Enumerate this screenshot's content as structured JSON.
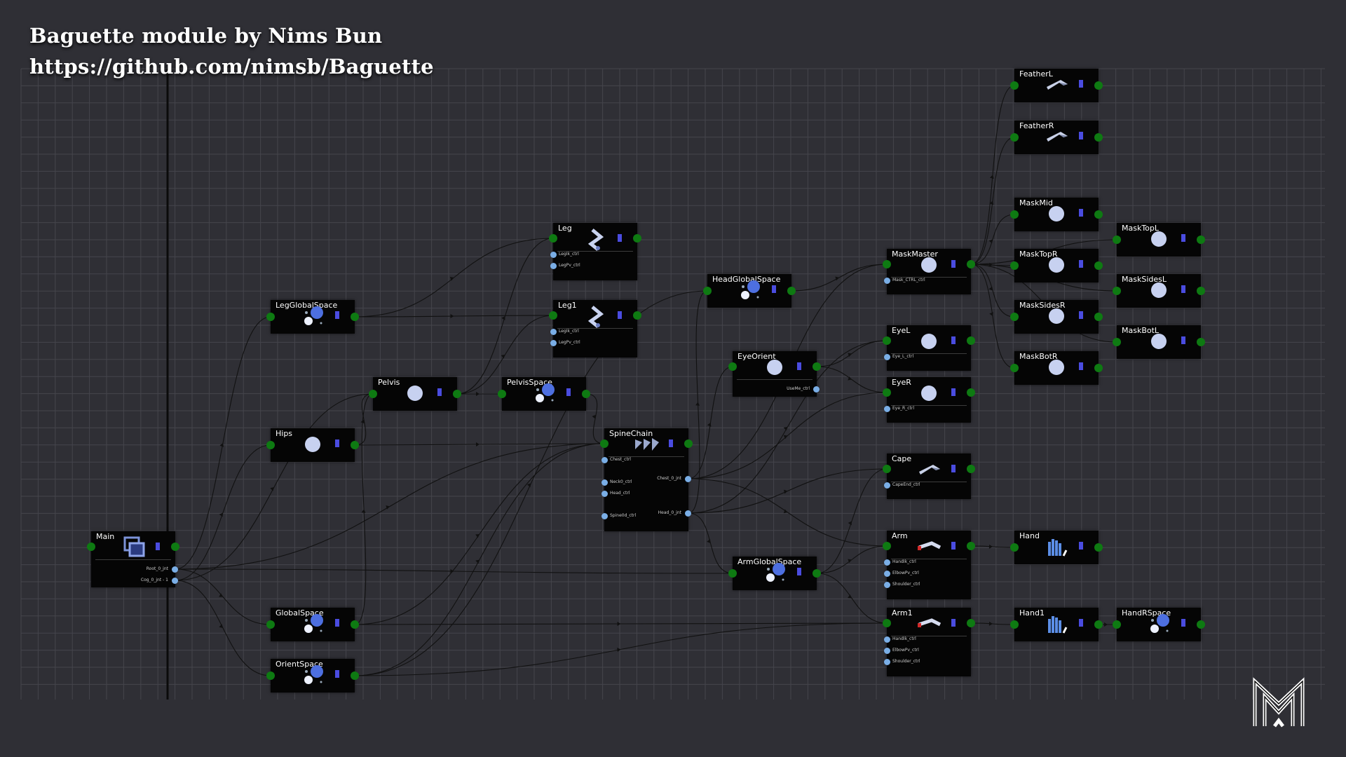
{
  "header": {
    "line1": "Baguette module by Nims Bun",
    "line2": "https://github.com/nimsb/Baguette"
  },
  "logo": {
    "name": "baguette-logo-icon"
  },
  "colors": {
    "background": "#2f2f35",
    "grid": "#45454c",
    "node": "#050505",
    "pin": "#0e7a12",
    "port": "#7aaee6",
    "mark": "#4a4ce0",
    "edge": "#111111"
  },
  "nodes": [
    {
      "id": "main",
      "label": "Main",
      "icon": "stack-icon",
      "ports_out": [
        "Root_0_jnt",
        "Cog_0_jnt - 1"
      ]
    },
    {
      "id": "legglobal",
      "label": "LegGlobalSpace",
      "icon": "space-icon"
    },
    {
      "id": "hips",
      "label": "Hips",
      "icon": "circle-icon"
    },
    {
      "id": "globalspace",
      "label": "GlobalSpace",
      "icon": "space-icon"
    },
    {
      "id": "orientspace",
      "label": "OrientSpace",
      "icon": "space-icon"
    },
    {
      "id": "pelvis",
      "label": "Pelvis",
      "icon": "circle-icon"
    },
    {
      "id": "leg",
      "label": "Leg",
      "icon": "leg-icon",
      "ports_in": [
        "LegIk_ctrl",
        "LegPv_ctrl"
      ]
    },
    {
      "id": "leg1",
      "label": "Leg1",
      "icon": "leg-icon",
      "ports_in": [
        "LegIk_ctrl",
        "LegPv_ctrl"
      ]
    },
    {
      "id": "pelvisspace",
      "label": "PelvisSpace",
      "icon": "space-icon"
    },
    {
      "id": "spinechain",
      "label": "SpineChain",
      "icon": "spine-icon",
      "ports_in": [
        "Chest_ctrl",
        "Neck0_ctrl",
        "Head_ctrl",
        "Spine0d_ctrl"
      ],
      "ports_out": [
        "Chest_0_jnt",
        "Head_0_jnt"
      ]
    },
    {
      "id": "headglobal",
      "label": "HeadGlobalSpace",
      "icon": "space-icon"
    },
    {
      "id": "eyeorient",
      "label": "EyeOrient",
      "icon": "circle-icon",
      "ports_out": [
        "UseMe_ctrl"
      ]
    },
    {
      "id": "armglobal",
      "label": "ArmGlobalSpace",
      "icon": "space-icon"
    },
    {
      "id": "maskmaster",
      "label": "MaskMaster",
      "icon": "circle-icon",
      "ports_in": [
        "Mask_CTRL_ctrl"
      ]
    },
    {
      "id": "eyel",
      "label": "EyeL",
      "icon": "circle-icon",
      "ports_in": [
        "Eye_L_ctrl"
      ]
    },
    {
      "id": "eyer",
      "label": "EyeR",
      "icon": "circle-icon",
      "ports_in": [
        "Eye_R_ctrl"
      ]
    },
    {
      "id": "cape",
      "label": "Cape",
      "icon": "blade-icon",
      "ports_in": [
        "CapeEnd_ctrl"
      ]
    },
    {
      "id": "arm",
      "label": "Arm",
      "icon": "arm-icon",
      "ports_in": [
        "HandIk_ctrl",
        "ElbowPv_ctrl",
        "Shoulder_ctrl"
      ]
    },
    {
      "id": "arm1",
      "label": "Arm1",
      "icon": "arm-icon",
      "ports_in": [
        "HandIk_ctrl",
        "ElbowPv_ctrl",
        "Shoulder_ctrl"
      ]
    },
    {
      "id": "featherl",
      "label": "FeatherL",
      "icon": "blade-icon"
    },
    {
      "id": "featherr",
      "label": "FeatherR",
      "icon": "blade-icon"
    },
    {
      "id": "maskmid",
      "label": "MaskMid",
      "icon": "circle-icon"
    },
    {
      "id": "masktopr",
      "label": "MaskTopR",
      "icon": "circle-icon"
    },
    {
      "id": "masksidesr",
      "label": "MaskSidesR",
      "icon": "circle-icon"
    },
    {
      "id": "maskbotr",
      "label": "MaskBotR",
      "icon": "circle-icon"
    },
    {
      "id": "masktopl",
      "label": "MaskTopL",
      "icon": "circle-icon"
    },
    {
      "id": "masksidesl",
      "label": "MaskSidesL",
      "icon": "circle-icon"
    },
    {
      "id": "maskbotl",
      "label": "MaskBotL",
      "icon": "circle-icon"
    },
    {
      "id": "hand",
      "label": "Hand",
      "icon": "hand-icon"
    },
    {
      "id": "hand1",
      "label": "Hand1",
      "icon": "hand-icon"
    },
    {
      "id": "handrspace",
      "label": "HandRSpace",
      "icon": "space-icon"
    }
  ],
  "edges": [
    [
      "main",
      "legglobal"
    ],
    [
      "main",
      "hips"
    ],
    [
      "main",
      "globalspace"
    ],
    [
      "main",
      "orientspace"
    ],
    [
      "main",
      "armglobal"
    ],
    [
      "main",
      "pelvis"
    ],
    [
      "main",
      "spinechain"
    ],
    [
      "legglobal",
      "leg"
    ],
    [
      "legglobal",
      "leg1"
    ],
    [
      "hips",
      "pelvis"
    ],
    [
      "hips",
      "spinechain"
    ],
    [
      "pelvis",
      "pelvisspace"
    ],
    [
      "pelvis",
      "leg"
    ],
    [
      "pelvis",
      "leg1"
    ],
    [
      "pelvisspace",
      "spinechain"
    ],
    [
      "globalspace",
      "spinechain"
    ],
    [
      "globalspace",
      "pelvis"
    ],
    [
      "globalspace",
      "arm1"
    ],
    [
      "orientspace",
      "spinechain"
    ],
    [
      "orientspace",
      "arm1"
    ],
    [
      "orientspace",
      "headglobal"
    ],
    [
      "spinechain",
      "headglobal"
    ],
    [
      "spinechain",
      "eyeorient"
    ],
    [
      "spinechain",
      "armglobal"
    ],
    [
      "spinechain",
      "maskmaster"
    ],
    [
      "spinechain",
      "eyel"
    ],
    [
      "spinechain",
      "eyer"
    ],
    [
      "spinechain",
      "cape"
    ],
    [
      "spinechain",
      "arm"
    ],
    [
      "headglobal",
      "maskmaster"
    ],
    [
      "eyeorient",
      "eyel"
    ],
    [
      "eyeorient",
      "eyer"
    ],
    [
      "armglobal",
      "arm"
    ],
    [
      "armglobal",
      "arm1"
    ],
    [
      "armglobal",
      "cape"
    ],
    [
      "arm",
      "hand"
    ],
    [
      "arm1",
      "hand1"
    ],
    [
      "hand1",
      "handrspace"
    ],
    [
      "maskmaster",
      "featherl"
    ],
    [
      "maskmaster",
      "featherr"
    ],
    [
      "maskmaster",
      "maskmid"
    ],
    [
      "maskmaster",
      "masktopr"
    ],
    [
      "maskmaster",
      "masksidesr"
    ],
    [
      "maskmaster",
      "maskbotr"
    ],
    [
      "maskmaster",
      "masktopl"
    ],
    [
      "maskmaster",
      "masksidesl"
    ],
    [
      "maskmaster",
      "maskbotl"
    ]
  ]
}
